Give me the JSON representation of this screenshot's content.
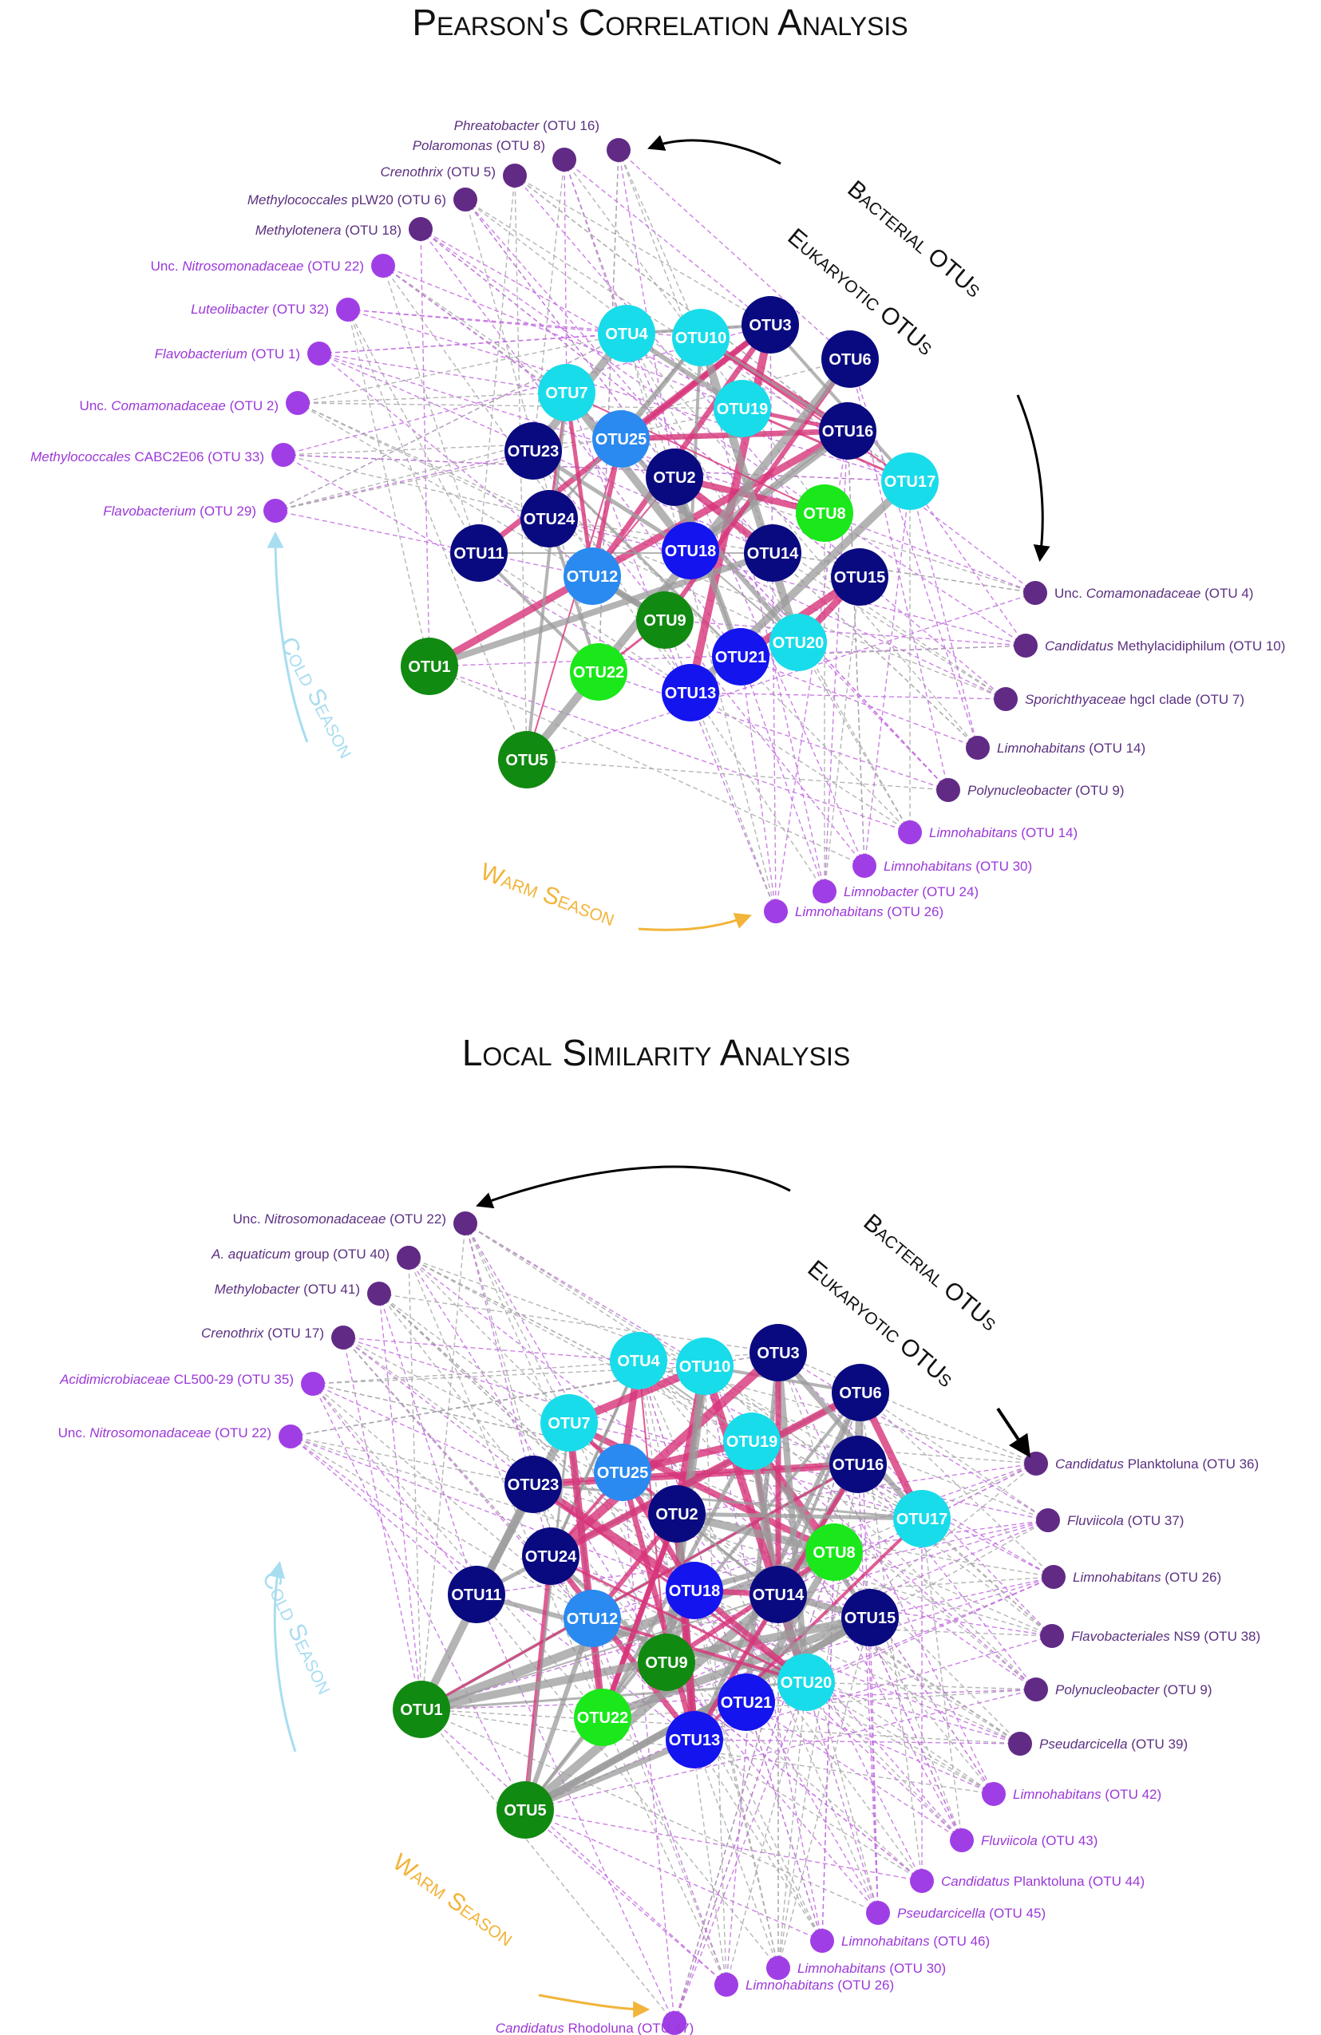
{
  "colors": {
    "navy": "#0a0a80",
    "cyan": "#19dcea",
    "azure": "#2a8af0",
    "blue": "#1414ee",
    "darkgreen": "#118a11",
    "lime": "#1ae81a",
    "bacteria_dark": "#612a85",
    "bacteria_light": "#a03ee6",
    "label_dark": "#5b3080",
    "label_light": "#9b38d8",
    "pos_edge": "#d8357a",
    "neg_edge": "#9b9b9b",
    "cold": "#a8ddf0",
    "warm": "#f2b43a"
  },
  "panels": [
    {
      "title": "Pearson's Correlation Analysis",
      "bacterial_label": "Bacterial OTUs",
      "eukaryotic_label": "Eukaryotic OTUs",
      "cold_label": "Cold Season",
      "warm_label": "Warm Season",
      "eukaryotes": [
        {
          "id": "OTU4",
          "color": "cyan"
        },
        {
          "id": "OTU10",
          "color": "cyan"
        },
        {
          "id": "OTU3",
          "color": "navy"
        },
        {
          "id": "OTU6",
          "color": "navy"
        },
        {
          "id": "OTU7",
          "color": "cyan"
        },
        {
          "id": "OTU19",
          "color": "cyan"
        },
        {
          "id": "OTU25",
          "color": "azure"
        },
        {
          "id": "OTU23",
          "color": "navy"
        },
        {
          "id": "OTU16",
          "color": "navy"
        },
        {
          "id": "OTU2",
          "color": "navy"
        },
        {
          "id": "OTU17",
          "color": "cyan"
        },
        {
          "id": "OTU24",
          "color": "navy"
        },
        {
          "id": "OTU8",
          "color": "lime"
        },
        {
          "id": "OTU11",
          "color": "navy"
        },
        {
          "id": "OTU18",
          "color": "blue"
        },
        {
          "id": "OTU14",
          "color": "navy"
        },
        {
          "id": "OTU12",
          "color": "azure"
        },
        {
          "id": "OTU15",
          "color": "navy"
        },
        {
          "id": "OTU9",
          "color": "darkgreen"
        },
        {
          "id": "OTU20",
          "color": "cyan"
        },
        {
          "id": "OTU21",
          "color": "blue"
        },
        {
          "id": "OTU1",
          "color": "darkgreen"
        },
        {
          "id": "OTU22",
          "color": "lime"
        },
        {
          "id": "OTU13",
          "color": "blue"
        },
        {
          "id": "OTU5",
          "color": "darkgreen"
        }
      ],
      "bacteria": [
        {
          "genus": "Phreatobacter",
          "italic": true,
          "rest": "",
          "otu": "(OTU 16)",
          "shade": "dark"
        },
        {
          "genus": "Polaromonas",
          "italic": true,
          "rest": "",
          "otu": "(OTU 8)",
          "shade": "dark"
        },
        {
          "genus": "Crenothrix",
          "italic": true,
          "rest": "",
          "otu": "(OTU 5)",
          "shade": "dark"
        },
        {
          "genus": "Methylococcales",
          "italic": true,
          "rest": " pLW20",
          "otu": "(OTU 6)",
          "shade": "dark"
        },
        {
          "genus": "Methylotenera",
          "italic": true,
          "rest": "",
          "otu": "(OTU 18)",
          "shade": "dark"
        },
        {
          "pre": "Unc. ",
          "genus": "Nitrosomonadaceae",
          "italic": true,
          "rest": "",
          "otu": "(OTU 22)",
          "shade": "light"
        },
        {
          "genus": "Luteolibacter",
          "italic": true,
          "rest": "",
          "otu": "(OTU 32)",
          "shade": "light"
        },
        {
          "genus": "Flavobacterium",
          "italic": true,
          "rest": "",
          "otu": "(OTU 1)",
          "shade": "light"
        },
        {
          "pre": "Unc. ",
          "genus": "Comamonadaceae",
          "italic": true,
          "rest": "",
          "otu": "(OTU 2)",
          "shade": "light"
        },
        {
          "genus": "Methylococcales",
          "italic": true,
          "rest": " CABC2E06",
          "otu": "(OTU 33)",
          "shade": "light"
        },
        {
          "genus": "Flavobacterium",
          "italic": true,
          "rest": "",
          "otu": "(OTU 29)",
          "shade": "light"
        },
        {
          "pre": "Unc. ",
          "genus": "Comamonadaceae",
          "italic": true,
          "rest": "",
          "otu": "(OTU 4)",
          "shade": "dark"
        },
        {
          "genus": "Candidatus",
          "italic": true,
          "rest": " Methylacidiphilum",
          "otu": "(OTU 10)",
          "shade": "dark"
        },
        {
          "genus": "Sporichthyaceae",
          "italic": true,
          "rest": " hgcI clade",
          "otu": "(OTU 7)",
          "shade": "dark"
        },
        {
          "genus": "Limnohabitans",
          "italic": true,
          "rest": "",
          "otu": "(OTU 14)",
          "shade": "dark"
        },
        {
          "genus": "Polynucleobacter",
          "italic": true,
          "rest": "",
          "otu": "(OTU 9)",
          "shade": "dark"
        },
        {
          "genus": "Limnohabitans",
          "italic": true,
          "rest": "",
          "otu": "(OTU 14)",
          "shade": "light"
        },
        {
          "genus": "Limnohabitans",
          "italic": true,
          "rest": "",
          "otu": "(OTU 30)",
          "shade": "light"
        },
        {
          "genus": "Limnobacter",
          "italic": true,
          "rest": "",
          "otu": "(OTU 24)",
          "shade": "light"
        },
        {
          "genus": "Limnohabitans",
          "italic": true,
          "rest": "",
          "otu": "(OTU 26)",
          "shade": "light"
        }
      ]
    },
    {
      "title": "Local Similarity Analysis",
      "bacterial_label": "Bacterial OTUs",
      "eukaryotic_label": "Eukaryotic OTUs",
      "cold_label": "Cold Season",
      "warm_label": "Warm Season",
      "eukaryotes": [
        {
          "id": "OTU4",
          "color": "cyan"
        },
        {
          "id": "OTU10",
          "color": "cyan"
        },
        {
          "id": "OTU3",
          "color": "navy"
        },
        {
          "id": "OTU6",
          "color": "navy"
        },
        {
          "id": "OTU7",
          "color": "cyan"
        },
        {
          "id": "OTU19",
          "color": "cyan"
        },
        {
          "id": "OTU25",
          "color": "azure"
        },
        {
          "id": "OTU23",
          "color": "navy"
        },
        {
          "id": "OTU16",
          "color": "navy"
        },
        {
          "id": "OTU2",
          "color": "navy"
        },
        {
          "id": "OTU17",
          "color": "cyan"
        },
        {
          "id": "OTU24",
          "color": "navy"
        },
        {
          "id": "OTU8",
          "color": "lime"
        },
        {
          "id": "OTU11",
          "color": "navy"
        },
        {
          "id": "OTU18",
          "color": "blue"
        },
        {
          "id": "OTU14",
          "color": "navy"
        },
        {
          "id": "OTU12",
          "color": "azure"
        },
        {
          "id": "OTU15",
          "color": "navy"
        },
        {
          "id": "OTU9",
          "color": "darkgreen"
        },
        {
          "id": "OTU20",
          "color": "cyan"
        },
        {
          "id": "OTU21",
          "color": "blue"
        },
        {
          "id": "OTU1",
          "color": "darkgreen"
        },
        {
          "id": "OTU22",
          "color": "lime"
        },
        {
          "id": "OTU13",
          "color": "blue"
        },
        {
          "id": "OTU5",
          "color": "darkgreen"
        }
      ],
      "bacteria": [
        {
          "pre": "Unc. ",
          "genus": "Nitrosomonadaceae",
          "italic": true,
          "rest": "",
          "otu": "(OTU 22)",
          "shade": "dark"
        },
        {
          "genus": "A. aquaticum",
          "italic": true,
          "rest": " group",
          "otu": "(OTU 40)",
          "shade": "dark"
        },
        {
          "genus": "Methylobacter",
          "italic": true,
          "rest": "",
          "otu": "(OTU 41)",
          "shade": "dark"
        },
        {
          "genus": "Crenothrix",
          "italic": true,
          "rest": "",
          "otu": "(OTU 17)",
          "shade": "dark"
        },
        {
          "genus": "Acidimicrobiaceae",
          "italic": true,
          "rest": " CL500-29",
          "otu": "(OTU 35)",
          "shade": "light"
        },
        {
          "pre": "Unc. ",
          "genus": "Nitrosomonadaceae",
          "italic": true,
          "rest": "",
          "otu": "(OTU 22)",
          "shade": "light"
        },
        {
          "genus": "Candidatus",
          "italic": true,
          "rest": " Planktoluna",
          "otu": "(OTU 36)",
          "shade": "dark"
        },
        {
          "genus": "Fluviicola",
          "italic": true,
          "rest": "",
          "otu": "(OTU 37)",
          "shade": "dark"
        },
        {
          "genus": "Limnohabitans",
          "italic": true,
          "rest": "",
          "otu": "(OTU 26)",
          "shade": "dark"
        },
        {
          "genus": "Flavobacteriales",
          "italic": true,
          "rest": " NS9",
          "otu": "(OTU 38)",
          "shade": "dark"
        },
        {
          "genus": "Polynucleobacter",
          "italic": true,
          "rest": "",
          "otu": "(OTU 9)",
          "shade": "dark"
        },
        {
          "genus": "Pseudarcicella",
          "italic": true,
          "rest": "",
          "otu": "(OTU 39)",
          "shade": "dark"
        },
        {
          "genus": "Limnohabitans",
          "italic": true,
          "rest": "",
          "otu": "(OTU 42)",
          "shade": "light"
        },
        {
          "genus": "Fluviicola",
          "italic": true,
          "rest": "",
          "otu": "(OTU 43)",
          "shade": "light"
        },
        {
          "genus": "Candidatus",
          "italic": true,
          "rest": " Planktoluna",
          "otu": "(OTU 44)",
          "shade": "light"
        },
        {
          "genus": "Pseudarcicella",
          "italic": true,
          "rest": "",
          "otu": "(OTU 45)",
          "shade": "light"
        },
        {
          "genus": "Limnohabitans",
          "italic": true,
          "rest": "",
          "otu": "(OTU 46)",
          "shade": "light"
        },
        {
          "genus": "Limnohabitans",
          "italic": true,
          "rest": "",
          "otu": "(OTU 30)",
          "shade": "light"
        },
        {
          "genus": "Limnohabitans",
          "italic": true,
          "rest": "",
          "otu": "(OTU 26)",
          "shade": "light"
        },
        {
          "genus": "Candidatus",
          "italic": true,
          "rest": " Rhodoluna",
          "otu": "(OTU 47)",
          "shade": "light"
        }
      ]
    }
  ]
}
